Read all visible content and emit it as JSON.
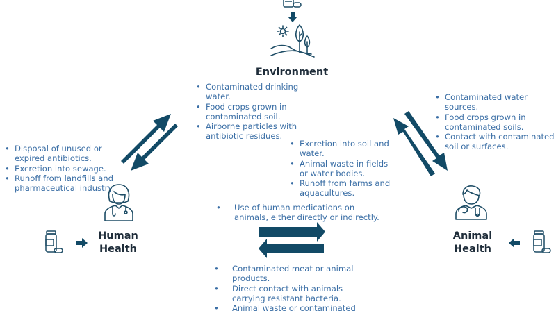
{
  "diagram": {
    "colors": {
      "arrow": "#124a66",
      "icon": "#1e4d66",
      "text": "#3a6ea5",
      "title": "#1f2d3a"
    },
    "nodes": {
      "environment": {
        "title": "Environment",
        "icon": "landscape-icon",
        "input_icon": "medicine-bottle-icon"
      },
      "human_health": {
        "title_line1": "Human",
        "title_line2": "Health",
        "icon": "female-doctor-icon",
        "input_icon": "medicine-bottle-icon"
      },
      "animal_health": {
        "title_line1": "Animal",
        "title_line2": "Health",
        "icon": "male-veterinarian-icon",
        "input_icon": "medicine-bottle-icon"
      }
    },
    "edges": {
      "environment_to_human": [
        "Contaminated drinking water.",
        "Food crops grown in contaminated soil.",
        "Airborne particles with antibiotic residues."
      ],
      "human_to_environment": [
        "Disposal of unused or expired antibiotics.",
        "Excretion into sewage.",
        "Runoff from landfills and pharmaceutical industry."
      ],
      "environment_to_animal": [
        "Contaminated water sources.",
        "Food crops grown in contaminated soils.",
        "Contact with contaminated soil or surfaces."
      ],
      "animal_to_environment": [
        "Excretion into soil and water.",
        "Animal waste in fields or water bodies.",
        "Runoff from farms and aquacultures."
      ],
      "human_to_animal": [
        "Use of human medications on animals, either directly or indirectly."
      ],
      "animal_to_human": [
        "Contaminated meat or animal products.",
        "Direct contact with animals carrying resistant bacteria.",
        "Animal waste or contaminated"
      ]
    }
  }
}
